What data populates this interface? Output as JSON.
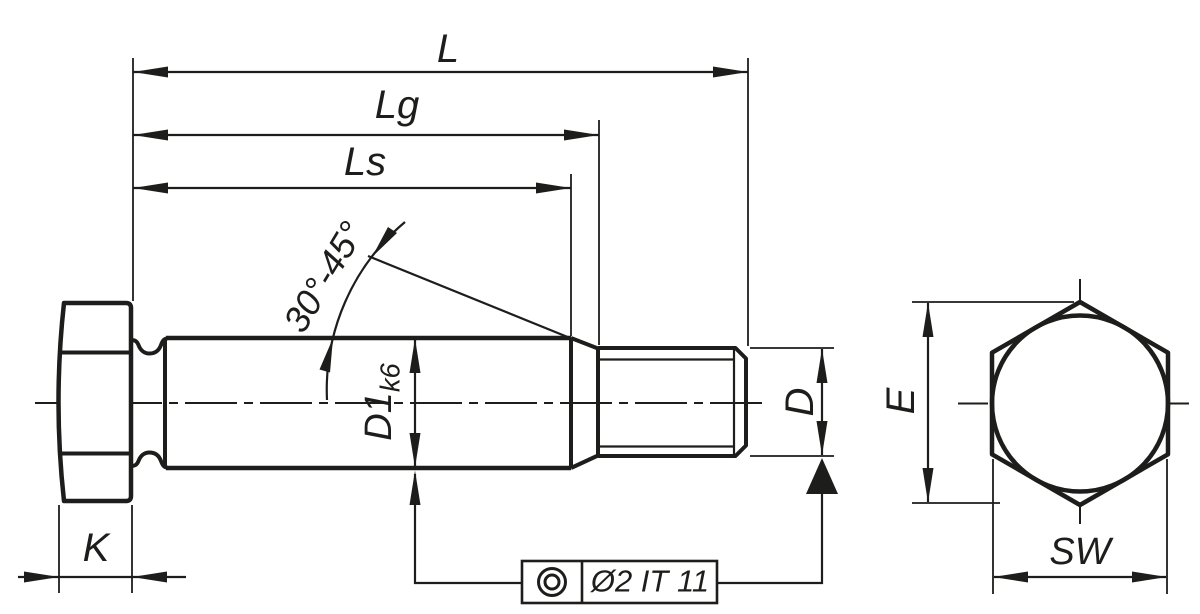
{
  "colors": {
    "line": "#1d1d1b",
    "background": "#ffffff"
  },
  "main_view": {
    "dim_total_length": "L",
    "dim_grip_length": "Lg",
    "dim_shoulder_length": "Ls",
    "dim_chamfer_angle": "30°-45°",
    "dim_shoulder_diameter": "D1",
    "dim_shoulder_diameter_fit": "k6",
    "dim_thread_diameter": "D",
    "dim_head_height": "K",
    "tolerance_frame": {
      "symbol_icon": "concentricity-icon",
      "value": "Ø2 IT 11"
    }
  },
  "end_view": {
    "dim_corner_to_corner": "E",
    "dim_width_across_flats": "SW"
  }
}
